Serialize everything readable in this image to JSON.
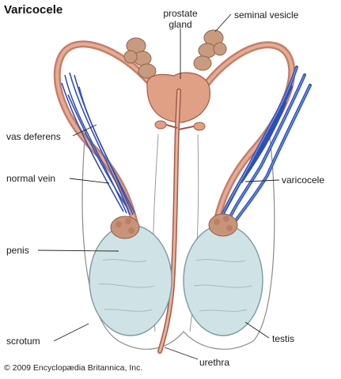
{
  "title": "Varicocele",
  "credit": "© 2009 Encyclopædia Britannica, Inc.",
  "labels": {
    "prostate_line1": "prostate",
    "prostate_line2": "gland",
    "seminal_vesicle": "seminal vesicle",
    "vas_deferens": "vas deferens",
    "normal_vein": "normal vein",
    "varicocele": "varicocele",
    "penis": "penis",
    "scrotum": "scrotum",
    "testis": "testis",
    "urethra": "urethra"
  },
  "colors": {
    "duct": "#d4917a",
    "duct_dark": "#a35a47",
    "vein": "#2f4fb0",
    "vein_light": "#5a7be0",
    "prostate": "#dfa086",
    "vesicle": "#c99b7e",
    "testis": "#cfe2e6",
    "testis_shade": "#9fbcc4",
    "epididymis": "#c99378"
  }
}
